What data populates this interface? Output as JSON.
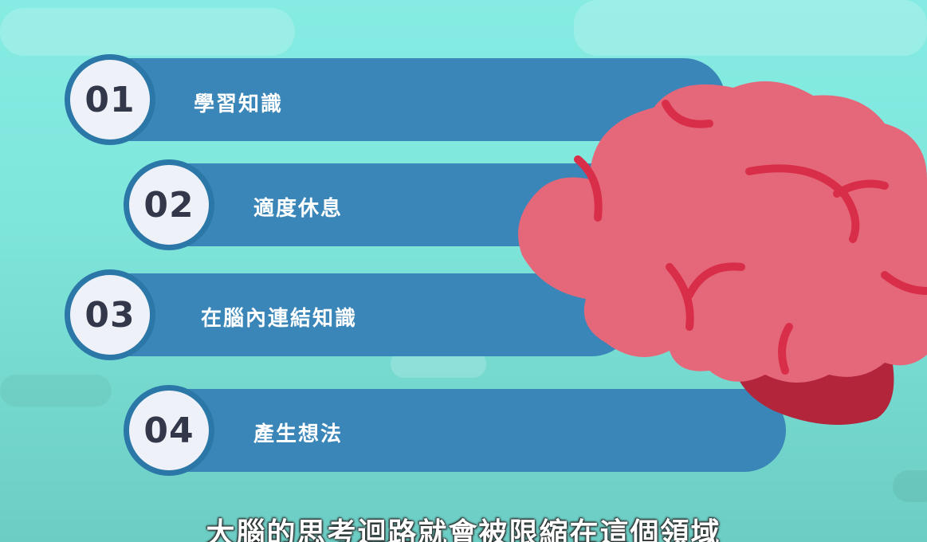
{
  "steps": [
    {
      "number": "01",
      "label": "學習知識"
    },
    {
      "number": "02",
      "label": "適度休息"
    },
    {
      "number": "03",
      "label": "在腦內連結知識"
    },
    {
      "number": "04",
      "label": "產生想法"
    }
  ],
  "subtitle": "大腦的思考迴路就會被限縮在這個領域",
  "colors": {
    "background": "#86ece3",
    "bar": "#3a86b8",
    "circle_fill": "#eef1f7",
    "circle_border": "#2b78a8",
    "brain": "#e5687a",
    "brain_lines": "#d92e4a",
    "brain_stem": "#b2253a"
  },
  "illustration": {
    "icon": "brain-icon"
  }
}
